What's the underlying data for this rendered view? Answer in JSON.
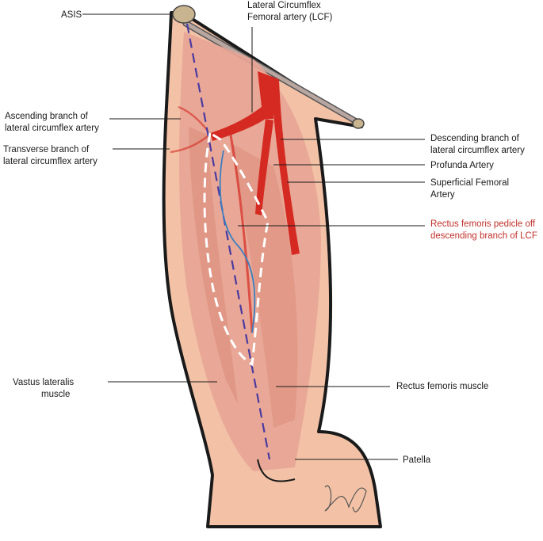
{
  "labels": {
    "asis": "ASIS",
    "lcf_line1": "Lateral Circumflex",
    "lcf_line2": "Femoral artery (LCF)",
    "ascending_line1": "Ascending branch of",
    "ascending_line2": "lateral circumflex artery",
    "transverse_line1": "Transverse branch of",
    "transverse_line2": "lateral circumflex artery",
    "descending_line1": "Descending branch of",
    "descending_line2": "lateral circumflex artery",
    "profunda": "Profunda Artery",
    "sfa_line1": "Superficial Femoral",
    "sfa_line2": "Artery",
    "pedicle_line1": "Rectus femoris pedicle off",
    "pedicle_line2": "descending branch of LCF",
    "vastus_line1": "Vastus lateralis",
    "vastus_line2": "muscle",
    "rectus": "Rectus femoris muscle",
    "patella": "Patella"
  },
  "colors": {
    "skin": "#f3c2a6",
    "muscle": "#e8a596",
    "artery": "#d42a22",
    "pedicle_label": "#c0302a",
    "axis_line": "#4a3aa0",
    "flap_outline": "#ffffff",
    "pedicle_vessel": "#3a7fc0"
  },
  "icons": [
    "bone-asis-icon",
    "signature-icon"
  ]
}
